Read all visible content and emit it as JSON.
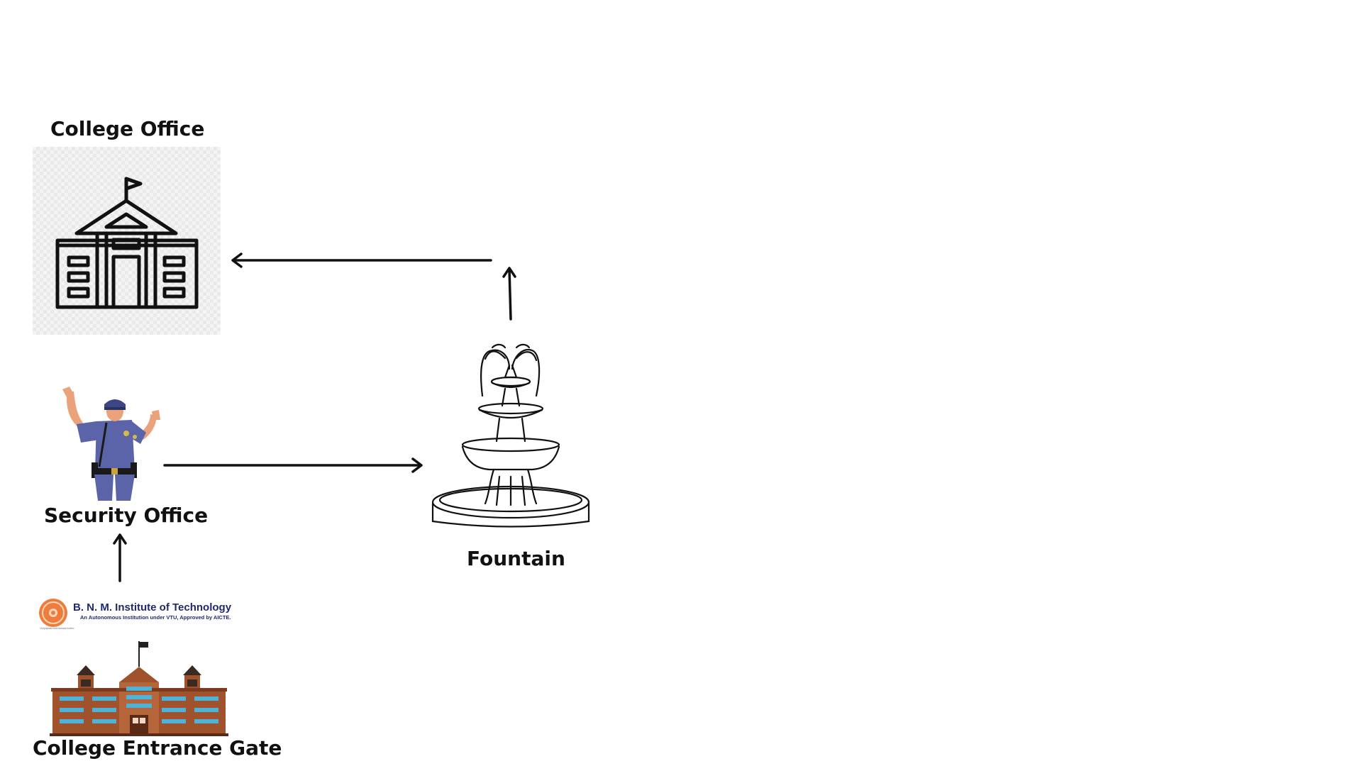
{
  "nodes": {
    "college_office": {
      "label": "College Office",
      "icon": "school-building-icon"
    },
    "security_office": {
      "label": "Security Office",
      "icon": "security-guard-icon"
    },
    "fountain": {
      "label": "Fountain",
      "icon": "fountain-icon"
    },
    "entrance_gate": {
      "label": "College Entrance Gate",
      "icon": "college-campus-icon"
    }
  },
  "logo": {
    "name": "B. N. M. Institute of Technology",
    "tagline": "An Autonomous Institution under VTU, Approved by AICTE.",
    "motto": "Vidyayaamruthamashnuthe"
  },
  "edges": [
    {
      "from": "entrance_gate",
      "to": "security_office"
    },
    {
      "from": "security_office",
      "to": "fountain"
    },
    {
      "from": "fountain",
      "to": "college_office"
    }
  ],
  "colors": {
    "stroke": "#111111",
    "uniform": "#5b64a8",
    "skin": "#e9a27a",
    "brick": "#a0522d",
    "window": "#4fb3d9",
    "logo_orange": "#f07c3c",
    "logo_navy": "#1f2a6b"
  }
}
